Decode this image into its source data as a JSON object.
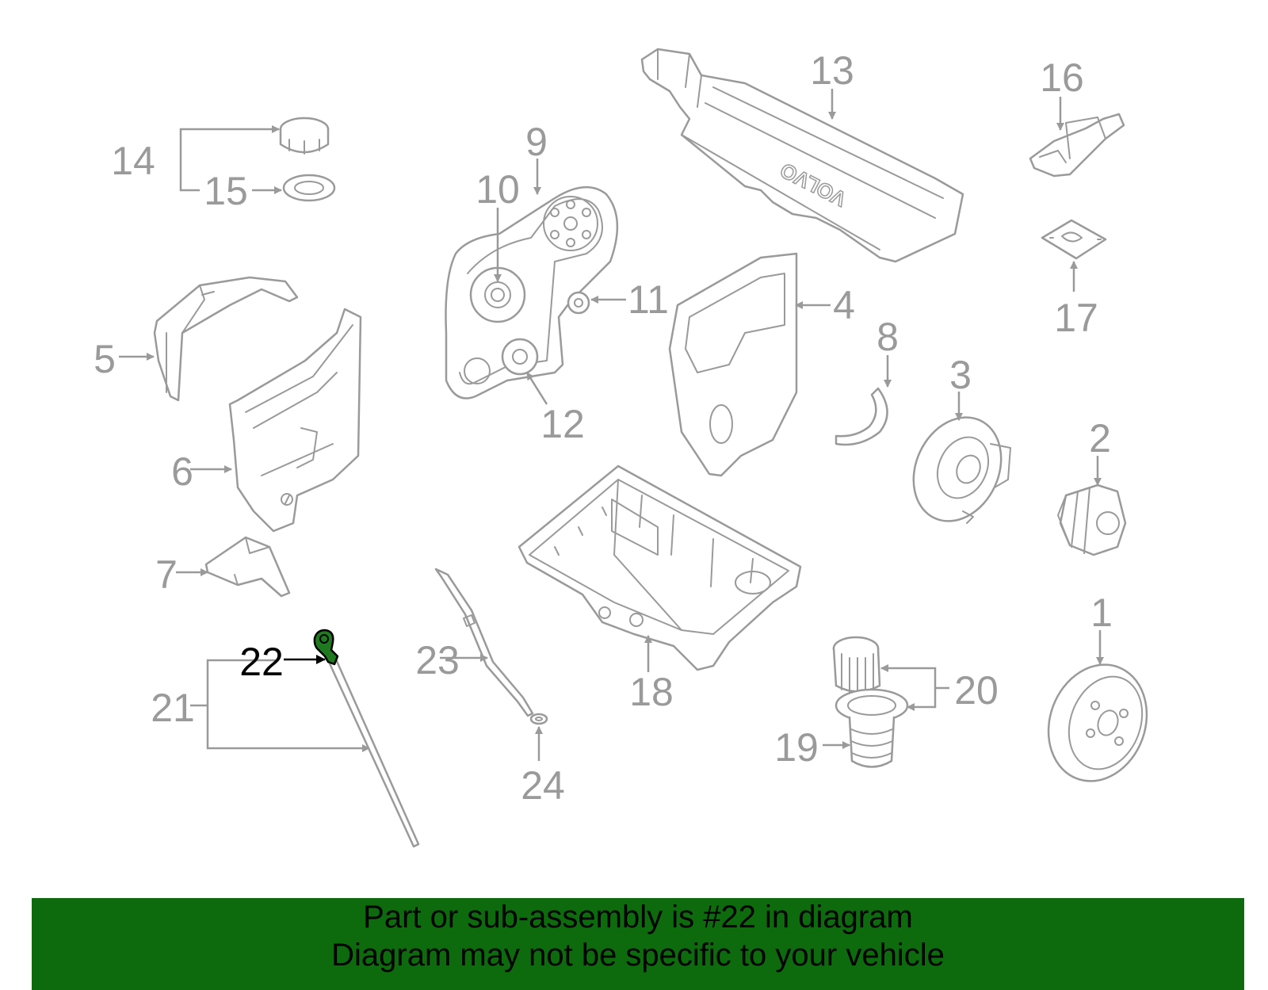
{
  "callouts": [
    {
      "id": "c1",
      "text": "1"
    },
    {
      "id": "c2",
      "text": "2"
    },
    {
      "id": "c3",
      "text": "3"
    },
    {
      "id": "c4",
      "text": "4"
    },
    {
      "id": "c5",
      "text": "5"
    },
    {
      "id": "c6",
      "text": "6"
    },
    {
      "id": "c7",
      "text": "7"
    },
    {
      "id": "c8",
      "text": "8"
    },
    {
      "id": "c9",
      "text": "9"
    },
    {
      "id": "c10",
      "text": "10"
    },
    {
      "id": "c11",
      "text": "11"
    },
    {
      "id": "c12",
      "text": "12"
    },
    {
      "id": "c13",
      "text": "13"
    },
    {
      "id": "c14",
      "text": "14"
    },
    {
      "id": "c15",
      "text": "15"
    },
    {
      "id": "c16",
      "text": "16"
    },
    {
      "id": "c17",
      "text": "17"
    },
    {
      "id": "c18",
      "text": "18"
    },
    {
      "id": "c19",
      "text": "19"
    },
    {
      "id": "c20",
      "text": "20"
    },
    {
      "id": "c21",
      "text": "21"
    },
    {
      "id": "c22",
      "text": "22"
    },
    {
      "id": "c23",
      "text": "23"
    },
    {
      "id": "c24",
      "text": "24"
    }
  ],
  "highlight": {
    "callout": "22",
    "color": "#1f7a1f"
  },
  "cover_logo_text": "VOLVO",
  "banner": {
    "line1": "Part or sub-assembly is #22 in diagram",
    "line2": "Diagram may not be specific to your vehicle",
    "background": "#0d6b0d"
  },
  "colors": {
    "line": "#9a9a9a",
    "highlight_line": "#000000"
  }
}
